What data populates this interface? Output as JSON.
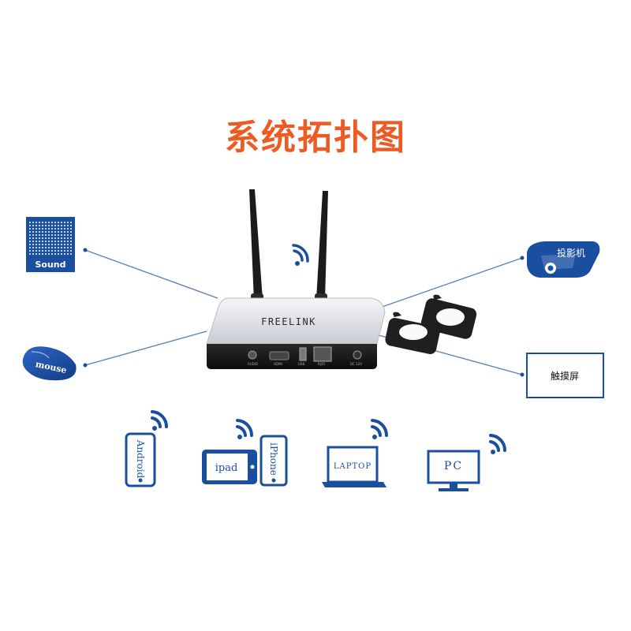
{
  "title": "系统拓扑图",
  "device": {
    "brand": "FREELINK",
    "ports": [
      "AUDIO",
      "HDMI",
      "USB",
      "RJ45",
      "DC 12V"
    ]
  },
  "peripherals": {
    "sound": "Sound",
    "mouse": "mouse",
    "projector": "投影机",
    "touchscreen": "触摸屏"
  },
  "clients": {
    "android": "Android",
    "ipad": "ipad",
    "iphone": "iPhone",
    "laptop": "LAPTOP",
    "pc": "PC"
  },
  "colors": {
    "title": "#ee5a24",
    "accent_blue": "#1a4fa0",
    "line": "#5b7fb8"
  }
}
